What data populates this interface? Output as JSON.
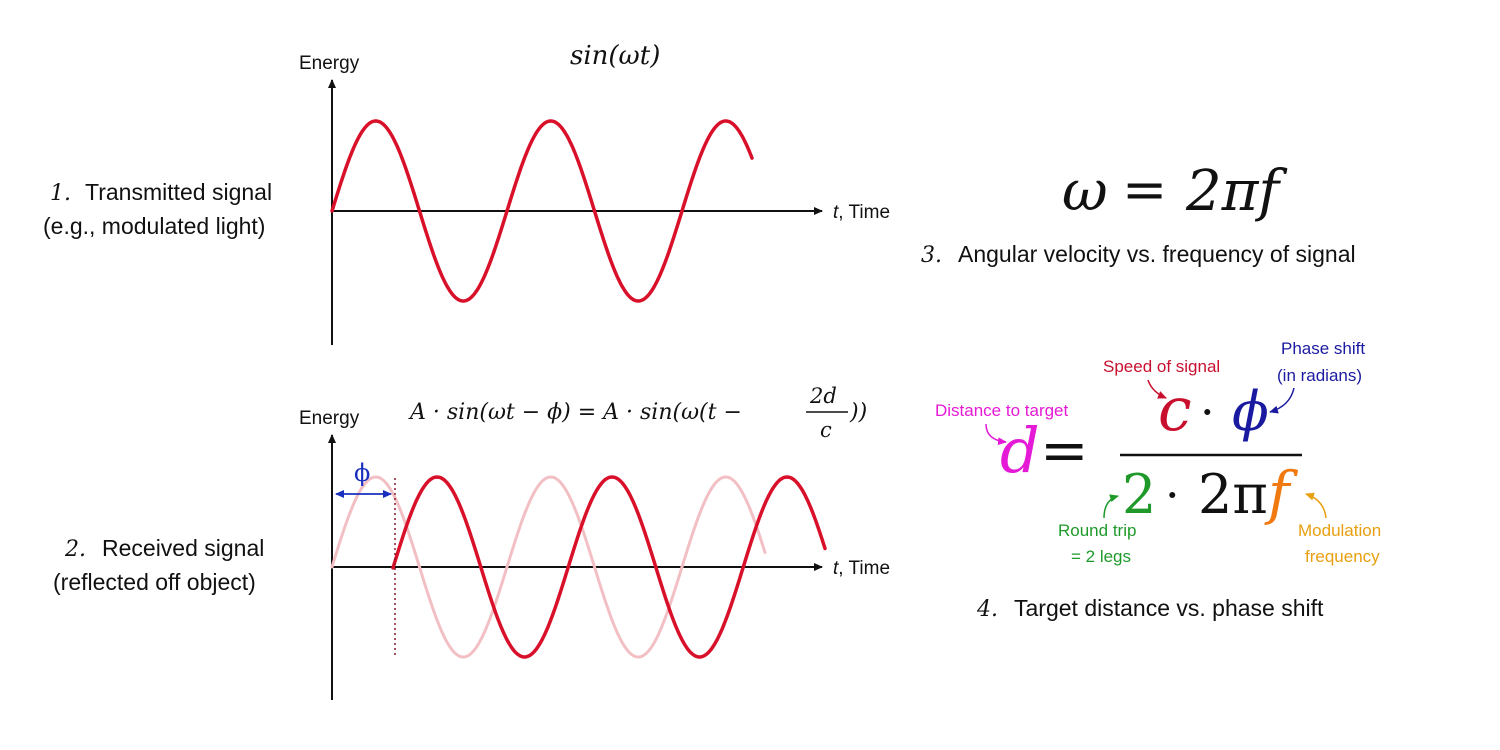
{
  "panel1": {
    "number": "1.",
    "label_line1": "Transmitted signal",
    "label_line2": "(e.g., modulated light)",
    "y_axis_label": "Energy",
    "x_axis_var": "t",
    "x_axis_label": ", Time",
    "equation": "sin(ωt)",
    "wave": {
      "color": "#d9102a",
      "cycles_shown": 2.4
    }
  },
  "panel2": {
    "number": "2.",
    "label_line1": "Received signal",
    "label_line2": "(reflected off object)",
    "y_axis_label": "Energy",
    "x_axis_var": "t",
    "x_axis_label": ", Time",
    "equation_left": "A · sin(ωt − ϕ) = A · sin(ω(t − ",
    "equation_frac_num": "2d",
    "equation_frac_den": "c",
    "equation_right": "))",
    "phase_symbol": "ϕ",
    "wave": {
      "color": "#d9102a",
      "ghost_color": "#f2c0c4",
      "phase_shift_rad": 2.2
    },
    "phase_marker_color": "#1a2fbf",
    "delay_line_color": "#8b1a2a"
  },
  "eq3": {
    "lhs": "ω",
    "eq": "=",
    "rhs": "2πf",
    "number": "3.",
    "caption": "Angular velocity vs. frequency of signal"
  },
  "eq4": {
    "d": "d",
    "eq": "=",
    "c": "c",
    "dot1": "·",
    "phi": "ϕ",
    "two": "2",
    "dot2": "·",
    "two_pi": "2π",
    "f": "f",
    "ann_distance": "Distance to target",
    "ann_speed": "Speed of signal",
    "ann_phase_line1": "Phase shift",
    "ann_phase_line2": "(in radians)",
    "ann_round_line1": "Round trip",
    "ann_round_line2": "= 2 legs",
    "ann_mod_line1": "Modulation",
    "ann_mod_line2": "frequency",
    "number": "4.",
    "caption": "Target distance vs. phase shift",
    "colors": {
      "distance": "#e51ad6",
      "speed": "#c8102e",
      "phase": "#1a1aa0",
      "round": "#1f9a2a",
      "mod": "#e8a010",
      "f": "#f07a10"
    }
  }
}
